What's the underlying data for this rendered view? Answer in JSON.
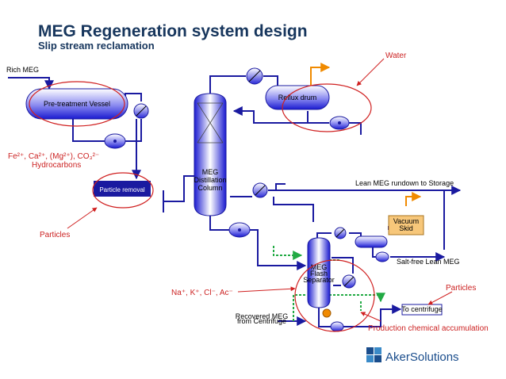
{
  "header": {
    "title": "MEG Regeneration system design",
    "subtitle": "Slip stream reclamation"
  },
  "labels": {
    "rich_meg": "Rich MEG",
    "pretreatment": "Pre-treatment Vessel",
    "particle_removal": "Particle removal",
    "column_1": "MEG",
    "column_2": "Distillation",
    "column_3": "Column",
    "reflux_drum": "Reflux drum",
    "lean_rundown": "Lean MEG rundown to Storage",
    "vacuum_1": "Vacuum",
    "vacuum_2": "Skid",
    "salt_free": "Salt-free Lean MEG",
    "flash_1": "MEG",
    "flash_2": "Flash",
    "flash_3": "Separator",
    "recovered_1": "Recovered MEG",
    "recovered_2": "from Centrifuge",
    "to_centrifuge": "To centrifuge"
  },
  "annotations": {
    "water": "Water",
    "ions_1": "Fe²⁺, Ca²⁺, (Mg²⁺), CO₃²⁻",
    "ions_2": "Hydrocarbons",
    "particles_left": "Particles",
    "ions_right": "Na⁺, K⁺, Cl⁻, Ac⁻",
    "particles_right": "Particles",
    "chem_accum": "Production chemical accumulation"
  },
  "logo": {
    "text": "AkerSolutions"
  },
  "colors": {
    "pipe": "#1a1aa0",
    "vessel": "#2a2ad8",
    "annotation": "#cc2222",
    "green_line": "#22aa44",
    "orange_line": "#f08a00"
  }
}
